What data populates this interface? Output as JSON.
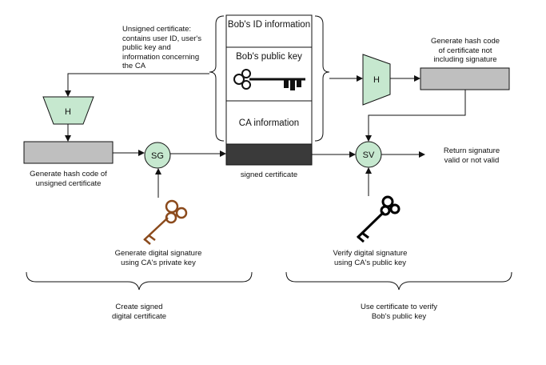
{
  "colors": {
    "hash_fill": "#c6e8cf",
    "gray_fill": "#bfbfbf",
    "dark_fill": "#3a3a3a",
    "private_key": "#8b4a1c",
    "public_key": "#000000"
  },
  "icons": {
    "private_key": "key-icon",
    "public_key": "key-icon",
    "certificate_key": "key-icon"
  },
  "certificate": {
    "id_info": "Bob's ID information",
    "public_key": "Bob's public key",
    "ca_info": "CA information"
  },
  "nodes": {
    "hash_left": "H",
    "hash_right": "H",
    "sign": "SG",
    "verify": "SV"
  },
  "labels": {
    "unsigned_cert": [
      "Unsigned certificate:",
      "contains user ID, user's",
      "public key and",
      "information concerning",
      "the CA"
    ],
    "hash_unsigned": [
      "Generate hash code of",
      "unsigned certificate"
    ],
    "hash_cert_no_sig": [
      "Generate hash code",
      "of certificate not",
      "including signature"
    ],
    "signed_cert": "signed certificate",
    "return_signature": [
      "Return signature",
      "valid or not valid"
    ],
    "gen_signature": [
      "Generate digital signature",
      "using CA's private key"
    ],
    "verify_signature": [
      "Verify digital signature",
      "using CA's public key"
    ],
    "create_cert": [
      "Create signed",
      "digital certificate"
    ],
    "use_cert": [
      "Use certificate to verify",
      "Bob's public key"
    ]
  }
}
